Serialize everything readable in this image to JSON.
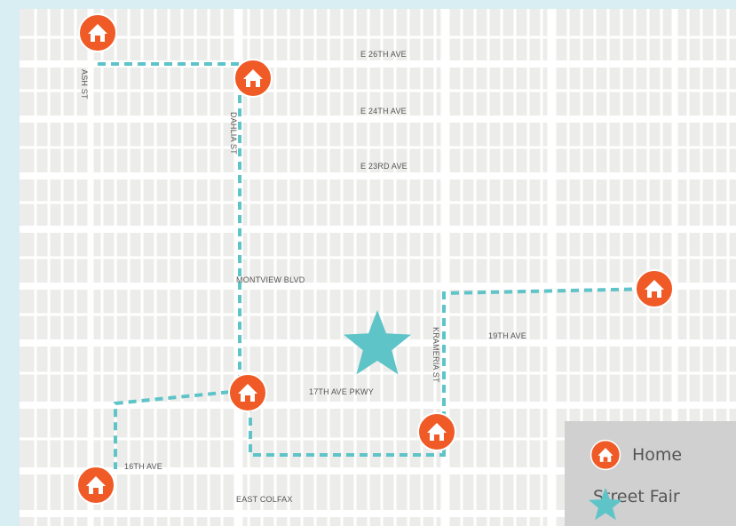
{
  "map": {
    "streets": {
      "e26th": "E 26TH AVE",
      "e24th": "E 24TH AVE",
      "e23rd": "E 23RD AVE",
      "montview": "MONTVIEW BLVD",
      "ave19": "19TH AVE",
      "ave17": "17TH AVE PKWY",
      "ave16": "16TH AVE",
      "colfax": "EAST COLFAX",
      "ash": "ASH ST",
      "dahlia": "DAHLIA ST",
      "krameria": "KRAMERIA ST"
    },
    "colors": {
      "home": "#ef5a26",
      "route": "#5ec4c8",
      "fair": "#5ec4c8",
      "street": "#ffffff",
      "block": "#ececea"
    }
  },
  "legend": {
    "home_label": "Home",
    "fair_label": "Street Fair",
    "home_icon": "home-icon",
    "fair_icon": "star-icon"
  }
}
